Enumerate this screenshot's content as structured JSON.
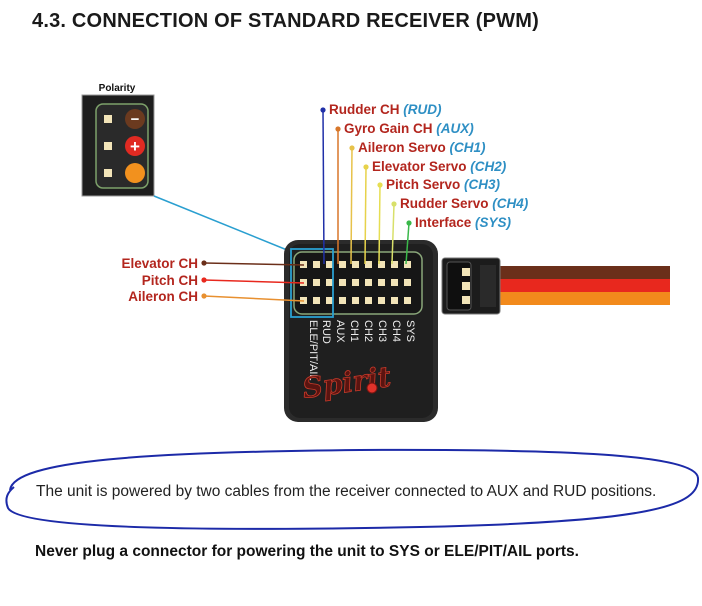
{
  "title": "4.3. CONNECTION OF STANDARD RECEIVER (PWM)",
  "polarity": {
    "heading": "Polarity",
    "minus_symbol": "−",
    "plus_symbol": "+"
  },
  "labels_top": [
    {
      "name": "Rudder CH",
      "channel": "(RUD)"
    },
    {
      "name": "Gyro Gain CH",
      "channel": "(AUX)"
    },
    {
      "name": "Aileron Servo",
      "channel": "(CH1)"
    },
    {
      "name": "Elevator Servo",
      "channel": "(CH2)"
    },
    {
      "name": "Pitch Servo",
      "channel": "(CH3)"
    },
    {
      "name": "Rudder Servo",
      "channel": "(CH4)"
    },
    {
      "name": "Interface",
      "channel": "(SYS)"
    }
  ],
  "labels_left": [
    "Elevator CH",
    "Pitch CH",
    "Aileron CH"
  ],
  "port_labels": [
    "ELE/PIT/AIL",
    "RUD",
    "AUX",
    "CH1",
    "CH2",
    "CH3",
    "CH4",
    "SYS"
  ],
  "logo_text": "Spirit",
  "note": "The unit is powered by two cables from the receiver connected to AUX and RUD positions.",
  "warning": "Never plug a connector for powering the unit to SYS or ELE/PIT/AIL ports.",
  "colors": {
    "label_red": "#b3261e",
    "channel_blue": "#2e8fc4",
    "highlight_cyan": "#2a9fd0",
    "circle_blue": "#1c2aa8",
    "wire_brown": "#6b2f1a",
    "wire_red": "#e8281e",
    "wire_orange": "#f28a1c"
  }
}
